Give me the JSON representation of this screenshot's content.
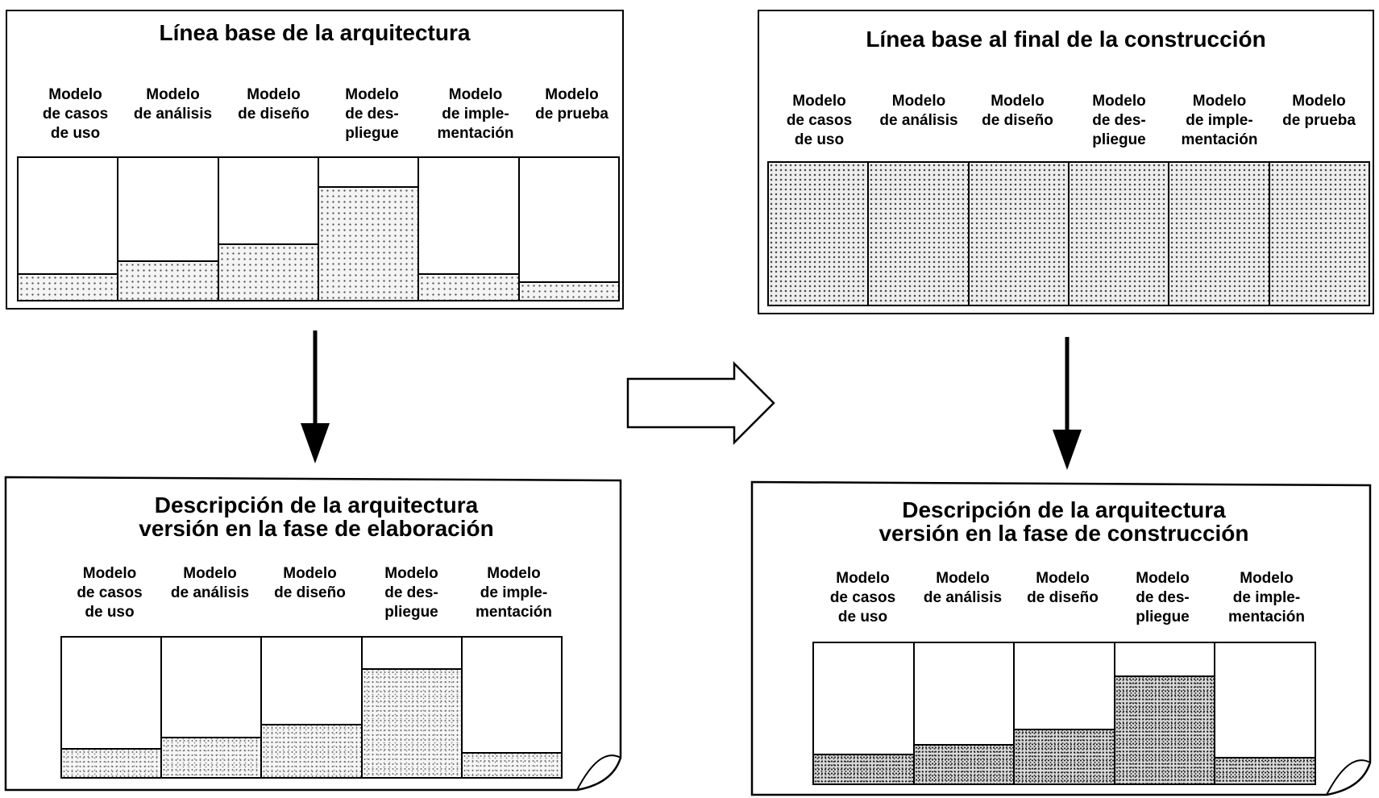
{
  "panels": {
    "baseline_architecture": {
      "title": "Línea base de la arquitectura",
      "columns": [
        {
          "label": "Modelo\nde casos\nde uso",
          "fill_fraction": 0.19
        },
        {
          "label": "Modelo\nde análisis",
          "fill_fraction": 0.28
        },
        {
          "label": "Modelo\nde diseño",
          "fill_fraction": 0.4
        },
        {
          "label": "Modelo\nde des-\npliegue",
          "fill_fraction": 0.8
        },
        {
          "label": "Modelo\nde imple-\nmentación",
          "fill_fraction": 0.19
        },
        {
          "label": "Modelo\nde prueba",
          "fill_fraction": 0.13
        }
      ]
    },
    "baseline_construction": {
      "title": "Línea base al final de la construcción",
      "columns": [
        {
          "label": "Modelo\nde casos\nde uso",
          "fill_fraction": 1.0
        },
        {
          "label": "Modelo\nde análisis",
          "fill_fraction": 1.0
        },
        {
          "label": "Modelo\nde diseño",
          "fill_fraction": 1.0
        },
        {
          "label": "Modelo\nde des-\npliegue",
          "fill_fraction": 1.0
        },
        {
          "label": "Modelo\nde imple-\nmentación",
          "fill_fraction": 1.0
        },
        {
          "label": "Modelo\nde prueba",
          "fill_fraction": 1.0
        }
      ]
    },
    "description_elaboration": {
      "title_line1": "Descripción de la arquitectura",
      "title_line2": "versión en la fase de elaboración",
      "columns": [
        {
          "label": "Modelo\nde casos\nde uso",
          "fill_fraction": 0.21
        },
        {
          "label": "Modelo\nde análisis",
          "fill_fraction": 0.29
        },
        {
          "label": "Modelo\nde diseño",
          "fill_fraction": 0.38
        },
        {
          "label": "Modelo\nde des-\npliegue",
          "fill_fraction": 0.78
        },
        {
          "label": "Modelo\nde imple-\nmentación",
          "fill_fraction": 0.18
        }
      ]
    },
    "description_construction": {
      "title_line1": "Descripción de la arquitectura",
      "title_line2": "versión en la fase de construcción",
      "columns": [
        {
          "label": "Modelo\nde casos\nde uso",
          "fill_fraction": 0.21
        },
        {
          "label": "Modelo\nde análisis",
          "fill_fraction": 0.28
        },
        {
          "label": "Modelo\nde diseño",
          "fill_fraction": 0.39
        },
        {
          "label": "Modelo\nde des-\npliegue",
          "fill_fraction": 0.77
        },
        {
          "label": "Modelo\nde imple-\nmentación",
          "fill_fraction": 0.19
        }
      ]
    }
  }
}
